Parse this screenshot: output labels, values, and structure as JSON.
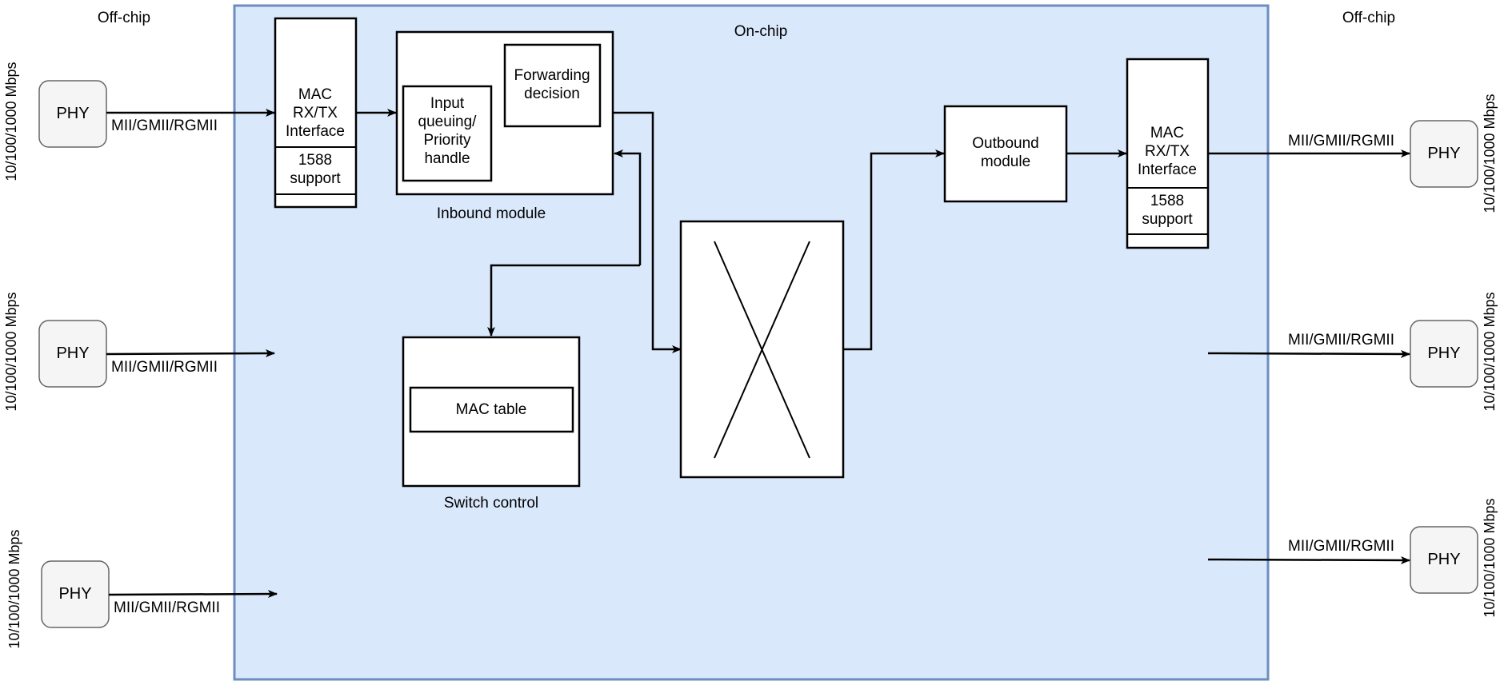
{
  "regions": {
    "off_chip_left": "Off-chip",
    "on_chip": "On-chip",
    "off_chip_right": "Off-chip"
  },
  "colors": {
    "chip_fill": "#dae8fc",
    "chip_stroke": "#6c8ebf",
    "phy_fill": "#f5f5f5",
    "phy_stroke": "#666666"
  },
  "left_ports": [
    {
      "phy": "PHY",
      "interface": "MII/GMII/RGMII",
      "speed": "10/100/1000 Mbps"
    },
    {
      "phy": "PHY",
      "interface": "MII/GMII/RGMII",
      "speed": "10/100/1000 Mbps"
    },
    {
      "phy": "PHY",
      "interface": "MII/GMII/RGMII",
      "speed": "10/100/1000 Mbps"
    }
  ],
  "right_ports": [
    {
      "phy": "PHY",
      "interface": "MII/GMII/RGMII",
      "speed": "10/100/1000 Mbps"
    },
    {
      "phy": "PHY",
      "interface": "MII/GMII/RGMII",
      "speed": "10/100/1000 Mbps"
    },
    {
      "phy": "PHY",
      "interface": "MII/GMII/RGMII",
      "speed": "10/100/1000 Mbps"
    }
  ],
  "mac_left": {
    "lines": [
      "MAC",
      "RX/TX",
      "Interface"
    ],
    "support": [
      "1588",
      "support"
    ]
  },
  "mac_right": {
    "lines": [
      "MAC",
      "RX/TX",
      "Interface"
    ],
    "support": [
      "1588",
      "support"
    ]
  },
  "inbound": {
    "label": "Inbound module",
    "input_queuing": [
      "Input",
      "queuing/",
      "Priority",
      "handle"
    ],
    "forwarding": [
      "Forwarding",
      "decision"
    ]
  },
  "switch_control": {
    "label": "Switch control",
    "mac_table": "MAC table"
  },
  "crossbar": {
    "icon": "crossbar-switch-icon"
  },
  "outbound": [
    "Outbound",
    "module"
  ]
}
